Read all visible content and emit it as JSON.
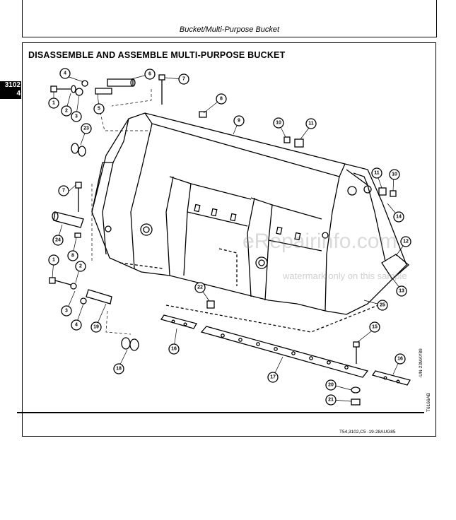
{
  "header": {
    "title": "Bucket/Multi-Purpose Bucket"
  },
  "section": {
    "title": "DISASSEMBLE AND ASSEMBLE MULTI-PURPOSE BUCKET"
  },
  "tab": {
    "line1": "3102",
    "line2": "4"
  },
  "watermark": {
    "main": "eRepairinfo.com",
    "sub": "watermark only on this sample"
  },
  "codes": {
    "ref": "T54,3102,C5    -19-28AUG85",
    "side1": "-UN-23MAY89",
    "side2": "T6166AB"
  },
  "callouts": {
    "c1": "1",
    "c2": "2",
    "c3": "3",
    "c4": "4",
    "c5": "5",
    "c6": "6",
    "c7": "7",
    "c8": "8",
    "c9": "9",
    "c10": "10",
    "c11": "11",
    "c12": "12",
    "c13": "13",
    "c14": "14",
    "c15": "15",
    "c16": "16",
    "c17": "17",
    "c18": "18",
    "c19": "19",
    "c20": "20",
    "c21": "21",
    "c22": "22",
    "c23": "23",
    "c24": "24",
    "c25": "25"
  }
}
